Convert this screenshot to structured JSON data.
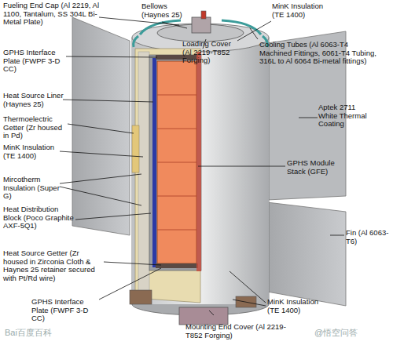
{
  "diagram": {
    "labels": [
      "Fueling End Cap (Al 2219, Al 1100, Tantalum, SS 304L Bi-Metal Plate)",
      "Bellows (Haynes 25)",
      "Loading Cover (Al 2219-T852 Forging)",
      "MinK Insulation (TE 1400)",
      "Cooling Tubes (Al 6063-T4 Machined Fittings, 6061-T4 Tubing, 316L to Al 6064 Bi-metal fittings)",
      "GPHS Interface Plate (FWPF 3-D CC)",
      "Heat Source Liner (Haynes 25)",
      "Thermoelectric Getter (Zr housed in Pd)",
      "MinK Insulation (TE 1400)",
      "Mircotherm Insulation (Super G)",
      "Heat Distribution Block (Poco Graphite AXF-5Q1)",
      "Heat Source Getter (Zr housed in Zirconia Cloth & Haynes 25 retainer secured with Pt/Rd wire)",
      "GPHS Interface Plate (FWPF 3-D CC)",
      "Mounting End Cover (Al 2219-T852 Forging)",
      "MinK Insulation (TE 1400)",
      "Aptek 2711 White Thermal Coating",
      "GPHS Module Stack (GFE)",
      "Fin (Al 6063-T6)",
      "Bai百度百科",
      "@悟空问答"
    ]
  }
}
